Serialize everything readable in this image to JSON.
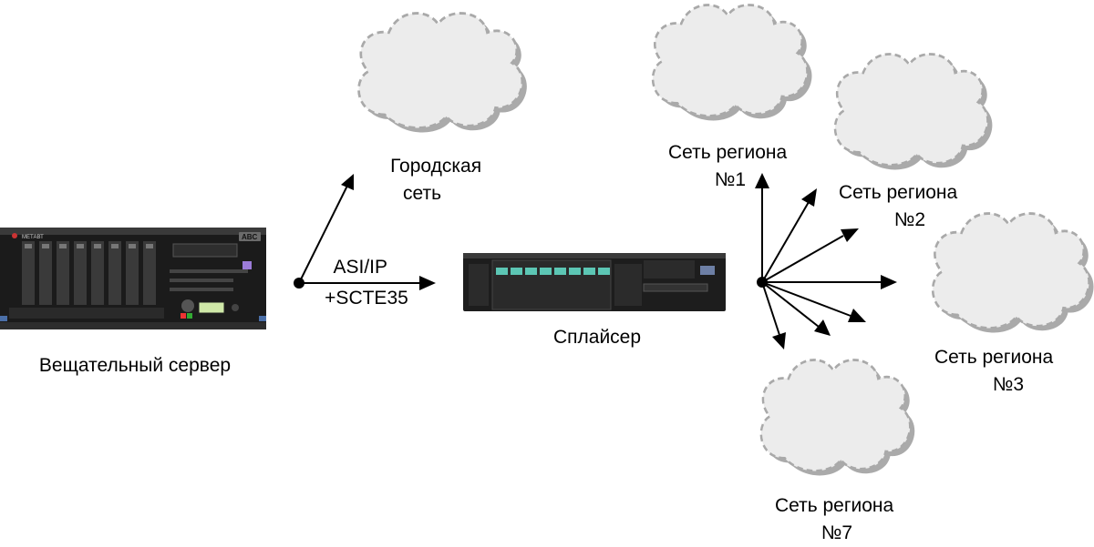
{
  "nodes": {
    "broadcast_server": "Вещательный сервер",
    "splicer": "Сплайсер",
    "city_network": [
      "Городская",
      "сеть"
    ],
    "region_1": [
      "Сеть региона",
      "№1"
    ],
    "region_2": [
      "Сеть региона",
      "№2"
    ],
    "region_3": [
      "Сеть региона",
      "№3"
    ],
    "region_7": [
      "Сеть региона",
      "№7"
    ]
  },
  "link_label": [
    "ASI/IP",
    "+SCTE35"
  ],
  "device_labels": {
    "server_brand": "ABC"
  }
}
